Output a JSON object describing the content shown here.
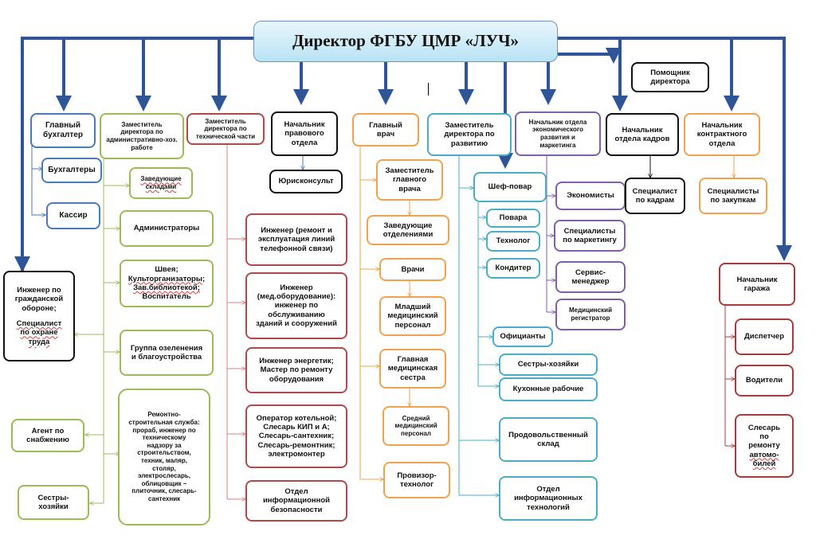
{
  "director": "Директор ФГБУ ЦМР «ЛУЧ»",
  "assistant": "Помощник\nдиректора",
  "col1": {
    "head": "Главный\nбухгалтер",
    "items": [
      "Бухгалтеры",
      "Кассир"
    ]
  },
  "civil_defense": {
    "line1": "Инженер по\nгражданской\nобороне;",
    "line2": "Специалист\nпо охране\nтруда"
  },
  "agent": "Агент по\nснабжению",
  "sisters_left": "Сестры-\nхозяйки",
  "col2": {
    "head": "Заместитель\nдиректора по\nадминистративно-хоз.\nработе",
    "heads_of_warehouses": "Заведующие\nскладами",
    "administrators": "Администраторы",
    "seamstress": {
      "l1": "Швея;",
      "l2": "Культорганизаторы;",
      "l3": "Зав.библиотекой;",
      "l4": "Воспитатель"
    },
    "landscaping": "Группа озеленения\nи благоустройства",
    "repair": "Ремонтно-\nстроительная служба:\nпрораб, инженер по\nтехническому\nнадзору за\nстроительством,\nтехник, маляр,\nстоляр,\nэлектрослесарь,\nоблицовщик –\nплиточник, слесарь-\nсантехник"
  },
  "col3": {
    "head": "Заместитель\nдиректора по\nтехнической части",
    "items": [
      "Инженер (ремонт и\nэксплуатация линий\nтелефонной связи)",
      "Инженер\n(мед.оборудование):\nинженер по\nобслуживанию\nзданий и сооружений",
      "Инженер энергетик;\nМастер по ремонту\nоборудования",
      "Оператор котельной;\nСлесарь КИП и А;\nСлесарь-сантехник;\nСлесарь-ремонтник;\nэлектромонтер",
      "Отдел\nинформационной\nбезопасности"
    ]
  },
  "legal": {
    "head": "Начальник\nправового\nотдела",
    "item": "Юрисконсульт"
  },
  "medical": {
    "head": "Главный\nврач",
    "items": [
      "Заместитель\nглавного\nврача",
      "Заведующие\nотделениями",
      "Врачи",
      "Младший\nмедицинский\nперсонал",
      "Главная\nмедицинская\nсестра",
      "Средний\nмедицинский\nперсонал",
      "Провизор-\nтехнолог"
    ]
  },
  "development": {
    "head": "Заместитель\nдиректора по\nразвитию",
    "chef": "Шеф-повар",
    "kitchen": [
      "Повара",
      "Технолог",
      "Кондитер"
    ],
    "others": [
      "Официанты",
      "Сестры-хозяйки",
      "Кухонные рабочие"
    ],
    "food_storage": "Продовольственный\nсклад",
    "it": "Отдел\nинформационных\nтехнологий"
  },
  "economics": {
    "head": "Начальник отдела\nэкономического\nразвития и\nмаркетинга",
    "items": [
      "Экономисты",
      "Специалисты\nпо маркетингу",
      "Сервис-\nменеджер",
      "Медицинский\nрегистратор"
    ]
  },
  "hr": {
    "head": "Начальник\nотдела кадров",
    "item": "Специалист\nпо кадрам"
  },
  "procurement": {
    "head": "Начальник\nконтрактного\nотдела",
    "item": "Специалисты\nпо закупкам"
  },
  "garage": {
    "head": "Начальник\nгаража",
    "items": [
      "Диспетчер",
      "Водители"
    ],
    "mechanic": {
      "l1": "Слесарь\nпо\nремонту",
      "l2": "автомо-\nбилей"
    }
  }
}
